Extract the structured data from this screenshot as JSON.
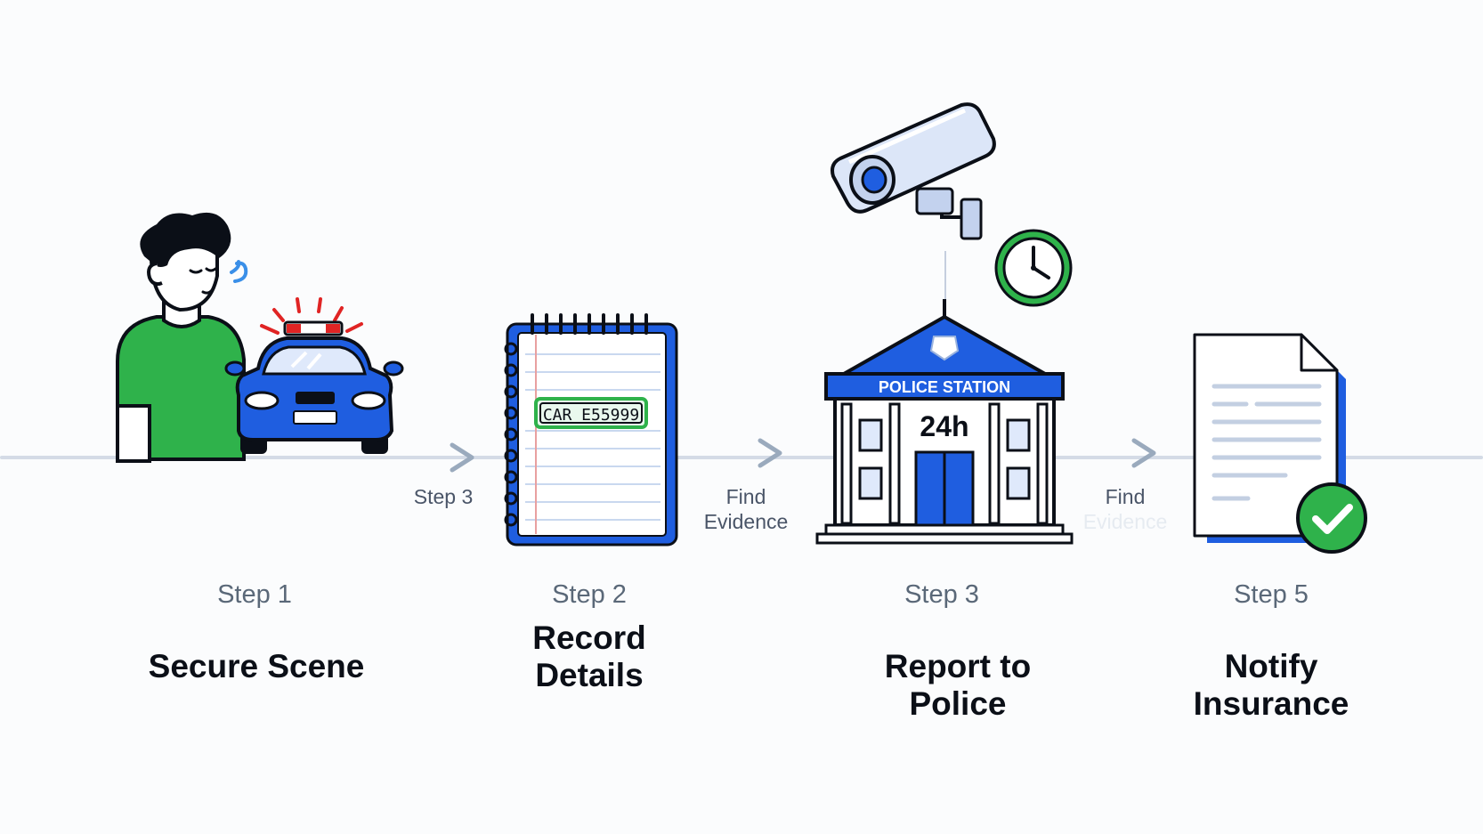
{
  "steps": [
    {
      "label": "Step 1",
      "title_lines": [
        "Secure Scene"
      ]
    },
    {
      "label": "Step 2",
      "title_lines": [
        "Record",
        "Details"
      ]
    },
    {
      "label": "Step 3",
      "title_lines": [
        "Report to",
        "Police"
      ]
    },
    {
      "label": "Step 5",
      "title_lines": [
        "Notify",
        "Insurance"
      ]
    }
  ],
  "connectors": [
    {
      "lines": [
        "Step 3"
      ]
    },
    {
      "lines": [
        "Find",
        "Evidence"
      ]
    },
    {
      "lines": [
        "Find",
        "Evidence"
      ]
    }
  ],
  "notebook": {
    "plate_text": "CAR E55999"
  },
  "station": {
    "sign_text": "POLICE STATION",
    "hours_text": "24h"
  },
  "colors": {
    "accent_blue": "#1f5ee0",
    "brand_green": "#2fb24b",
    "alert_red": "#e02424",
    "timeline_gray": "#d4dbe6",
    "ink": "#0b0f17"
  },
  "icons": [
    "person-icon",
    "police-car-icon",
    "notebook-icon",
    "cctv-camera-icon",
    "clock-icon",
    "police-station-icon",
    "document-icon",
    "checkmark-icon",
    "arrow-right-icon"
  ]
}
